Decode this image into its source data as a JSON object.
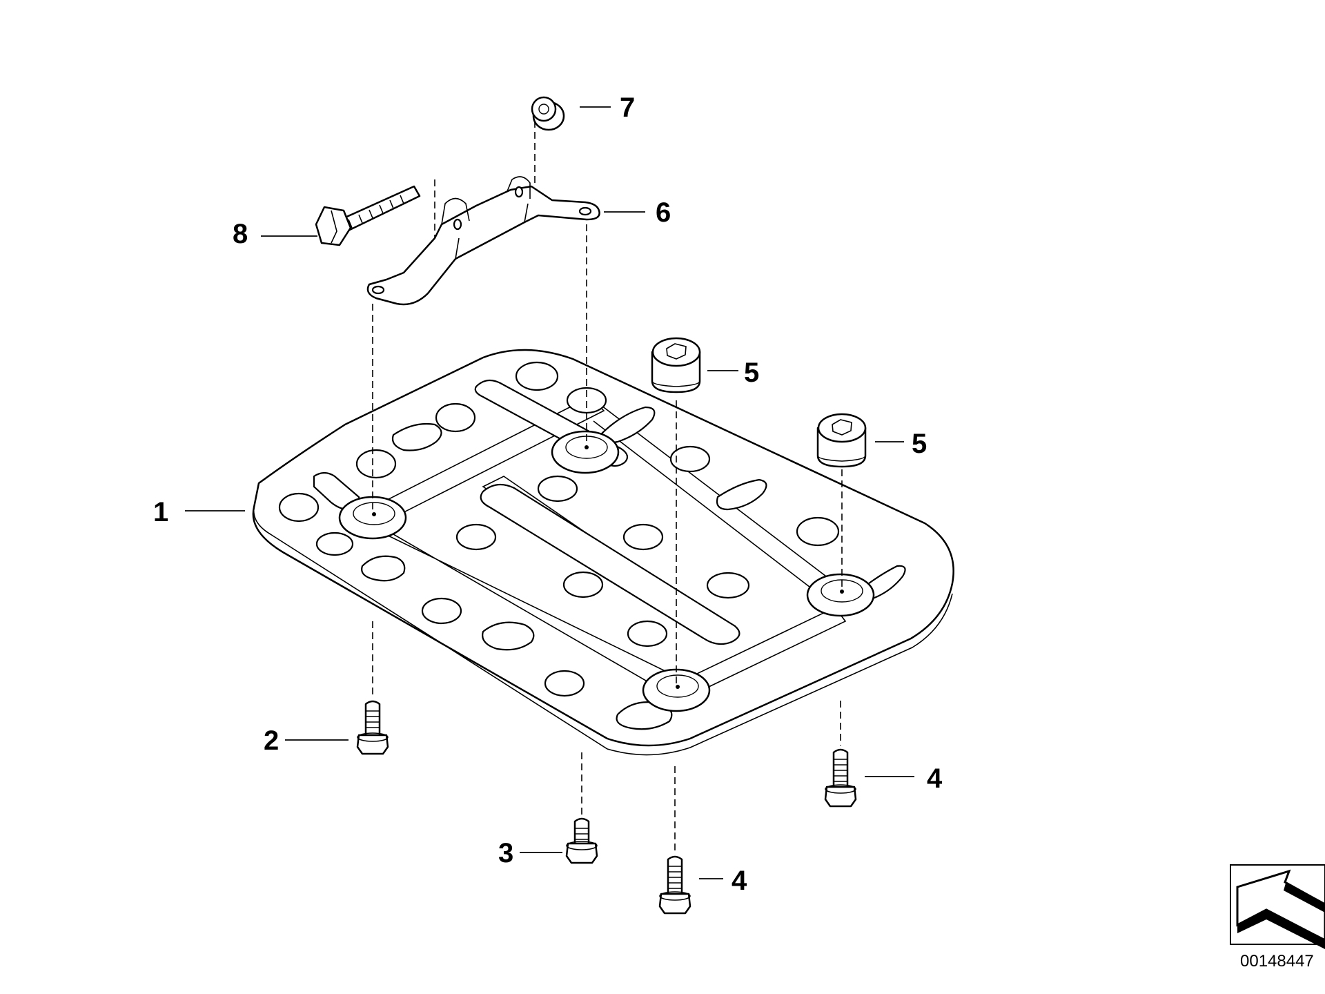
{
  "diagram": {
    "reference_number": "00148447",
    "colors": {
      "line": "#000000",
      "background": "#ffffff"
    },
    "callouts": [
      {
        "id": "c1",
        "label": "1"
      },
      {
        "id": "c2",
        "label": "2"
      },
      {
        "id": "c3",
        "label": "3"
      },
      {
        "id": "c4a",
        "label": "4"
      },
      {
        "id": "c4b",
        "label": "4"
      },
      {
        "id": "c5a",
        "label": "5"
      },
      {
        "id": "c5b",
        "label": "5"
      },
      {
        "id": "c6",
        "label": "6"
      },
      {
        "id": "c7",
        "label": "7"
      },
      {
        "id": "c8",
        "label": "8"
      }
    ],
    "icons": [
      "arrow-direction-icon"
    ]
  }
}
